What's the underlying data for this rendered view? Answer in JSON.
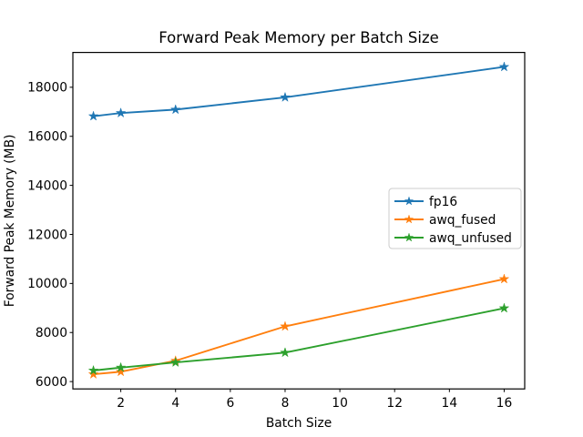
{
  "chart_data": {
    "type": "line",
    "title": "Forward Peak Memory per Batch Size",
    "xlabel": "Batch Size",
    "ylabel": "Forward Peak Memory (MB)",
    "x": [
      1,
      2,
      4,
      8,
      16
    ],
    "series": [
      {
        "name": "fp16",
        "color": "#1f77b4",
        "values": [
          16820,
          16950,
          17090,
          17590,
          18830
        ]
      },
      {
        "name": "awq_fused",
        "color": "#ff7f0e",
        "values": [
          6300,
          6400,
          6850,
          8250,
          10180
        ]
      },
      {
        "name": "awq_unfused",
        "color": "#2ca02c",
        "values": [
          6450,
          6570,
          6780,
          7180,
          8990
        ]
      }
    ],
    "marker": "star",
    "xticks": [
      2,
      4,
      6,
      8,
      10,
      12,
      14,
      16
    ],
    "yticks": [
      6000,
      8000,
      10000,
      12000,
      14000,
      16000,
      18000
    ],
    "xlim": [
      0.25,
      16.75
    ],
    "ylim": [
      5700,
      19420
    ],
    "grid": false,
    "legend": {
      "position": "center-right",
      "entries": [
        "fp16",
        "awq_fused",
        "awq_unfused"
      ],
      "border_color": "#cccccc"
    },
    "spine_color": "#000000",
    "background_color": "#ffffff"
  }
}
